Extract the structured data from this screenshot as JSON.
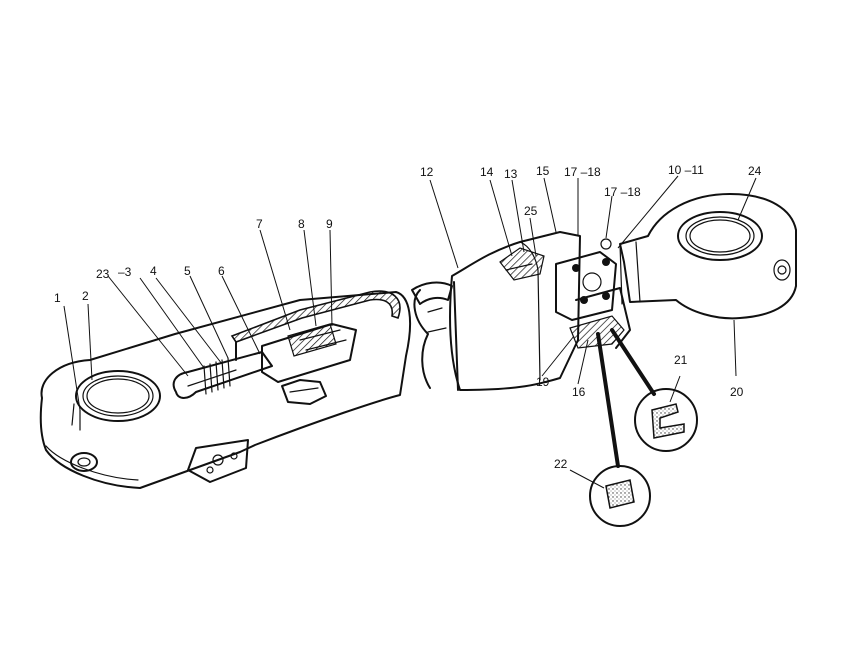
{
  "callouts": {
    "n1": "1",
    "n2": "2",
    "n3": "–3",
    "n4": "4",
    "n5": "5",
    "n6": "6",
    "n7": "7",
    "n8": "8",
    "n9": "9",
    "n10_11": "10 –11",
    "n12": "12",
    "n13": "13",
    "n14": "14",
    "n15": "15",
    "n16": "16",
    "n17_18a": "17 –18",
    "n17_18b": "17 –18",
    "n19": "19",
    "n20": "20",
    "n21": "21",
    "n22": "22",
    "n23": "23",
    "n24": "24",
    "n25": "25"
  },
  "icons": {
    "cylinder": "hydraulic-cylinder-drawing",
    "detail21": "seal-cross-section-magnified",
    "detail22": "ring-cross-section-magnified"
  }
}
